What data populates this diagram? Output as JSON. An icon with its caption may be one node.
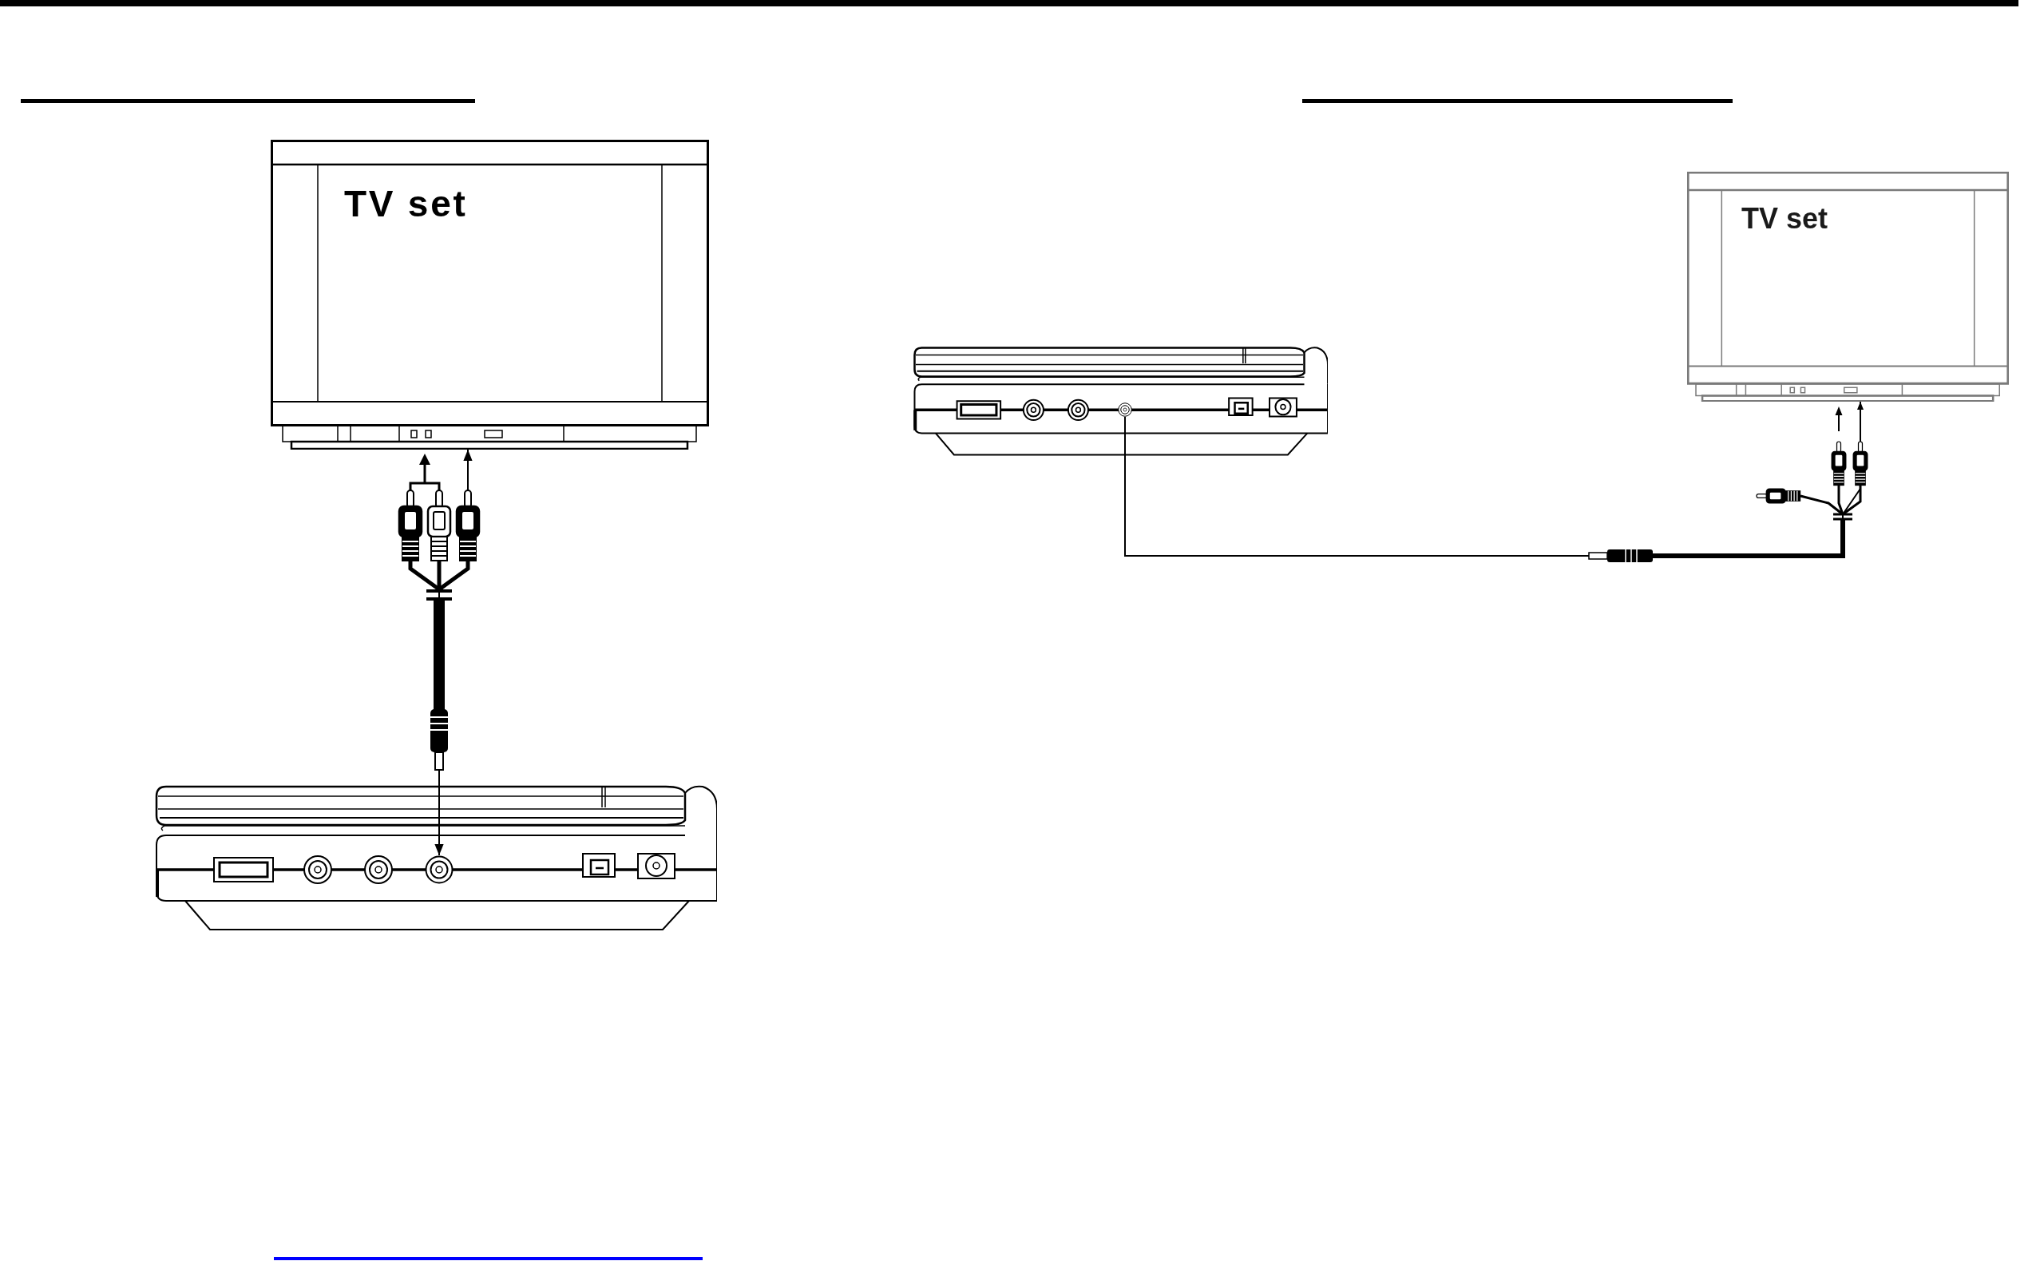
{
  "diagram": {
    "nodes": [
      {
        "text": [
          "TV set"
        ]
      },
      {
        "text": [],
        "shape": "picture"
      },
      {
        "text": [],
        "shape": "circle",
        "in": 1
      },
      {
        "text": [],
        "shape": "picture"
      },
      {
        "text": [],
        "shape": "circle",
        "in": 3
      },
      {
        "text": [
          "TV set"
        ]
      }
    ],
    "edges": [
      {
        "from": 2,
        "to": 0,
        "arrow": "both"
      },
      {
        "from": 4,
        "to": 5,
        "arrow": "to"
      }
    ]
  }
}
